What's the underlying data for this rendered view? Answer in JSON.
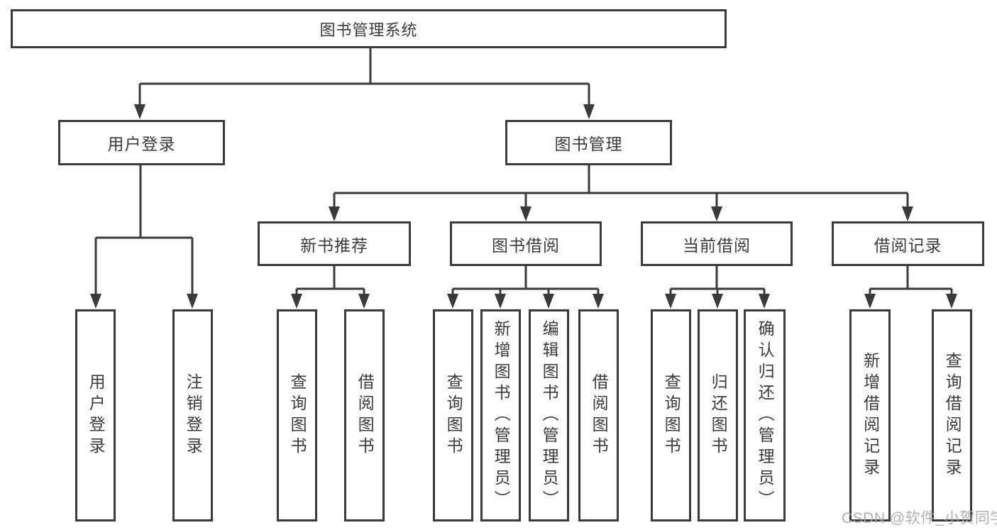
{
  "diagram": {
    "root": {
      "label": "图书管理系统"
    },
    "user_branch": {
      "label": "用户登录",
      "leaves": [
        {
          "label": "用户登录"
        },
        {
          "label": "注销登录"
        }
      ]
    },
    "book_branch": {
      "label": "图书管理",
      "groups": [
        {
          "label": "新书推荐",
          "leaves": [
            {
              "label": "查询图书"
            },
            {
              "label": "借阅图书"
            }
          ]
        },
        {
          "label": "图书借阅",
          "leaves": [
            {
              "label": "查询图书"
            },
            {
              "label": "新增图书（管理员）"
            },
            {
              "label": "编辑图书（管理员）"
            },
            {
              "label": "借阅图书"
            }
          ]
        },
        {
          "label": "当前借阅",
          "leaves": [
            {
              "label": "查询图书"
            },
            {
              "label": "归还图书"
            },
            {
              "label": "确认归还（管理员）"
            }
          ]
        },
        {
          "label": "借阅记录",
          "leaves": [
            {
              "label": "新增借阅记录"
            },
            {
              "label": "查询借阅记录"
            }
          ]
        }
      ]
    }
  },
  "watermark": {
    "text": "CSDN @软件_小贺同学"
  },
  "colors": {
    "line": "#3a3a3a",
    "text": "#3b3b3d",
    "watermark": "#a7a7a7",
    "background": "#ffffff"
  }
}
